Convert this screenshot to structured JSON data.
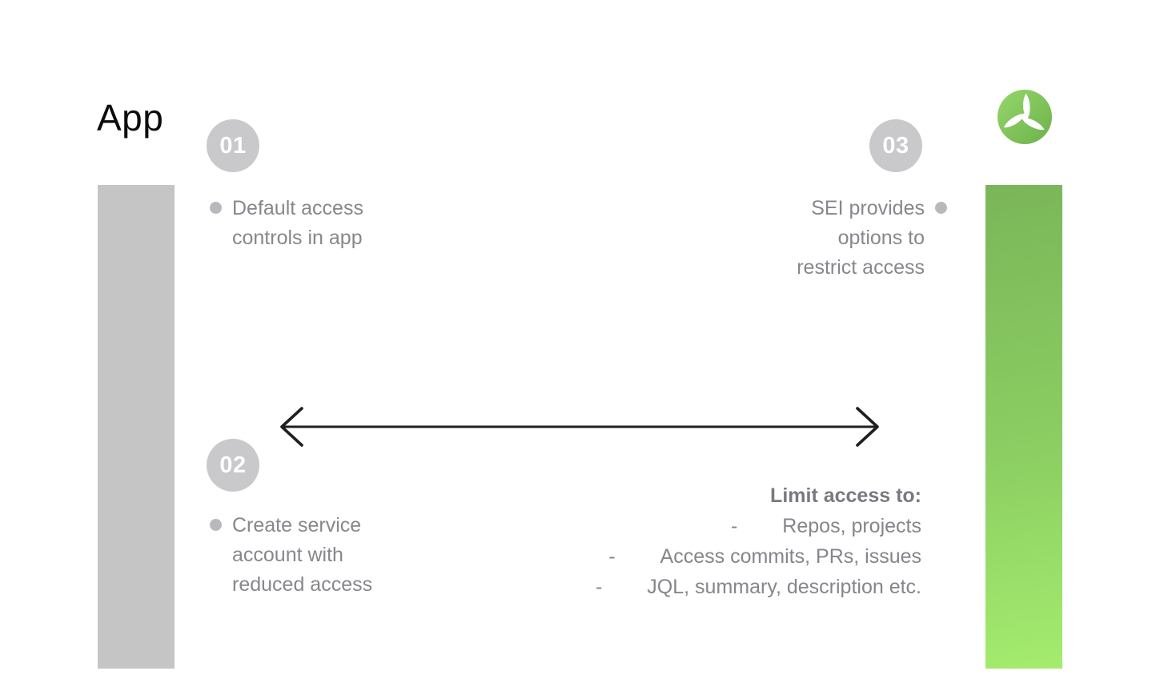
{
  "page": {
    "title": "App"
  },
  "logo": {
    "icon": "propeller-logo"
  },
  "colors": {
    "background": "#ffffff",
    "title_text": "#0c0c0c",
    "bar_gray": "#c5c5c6",
    "bar_green_top": "#7ab659",
    "bar_green_bottom": "#a4ec6f",
    "badge_background": "#c9c9cb",
    "badge_text": "#ffffff",
    "body_text": "#87878d",
    "bullet_gray": "#b9b9bd",
    "arrow_black": "#1f1f1f",
    "logo_green_light": "#95d76b",
    "logo_green_dark": "#6db14b"
  },
  "steps": [
    {
      "number": "01",
      "lines": [
        "Default access",
        "controls in app"
      ],
      "align": "left"
    },
    {
      "number": "02",
      "lines": [
        "Create service",
        "account with",
        "reduced access"
      ],
      "align": "left"
    },
    {
      "number": "03",
      "lines": [
        "SEI provides",
        "options to",
        "restrict access"
      ],
      "align": "right"
    }
  ],
  "limit": {
    "title": "Limit access to:",
    "dash": "-",
    "items": [
      "Repos, projects",
      "Access commits, PRs, issues",
      "JQL, summary, description etc."
    ]
  }
}
